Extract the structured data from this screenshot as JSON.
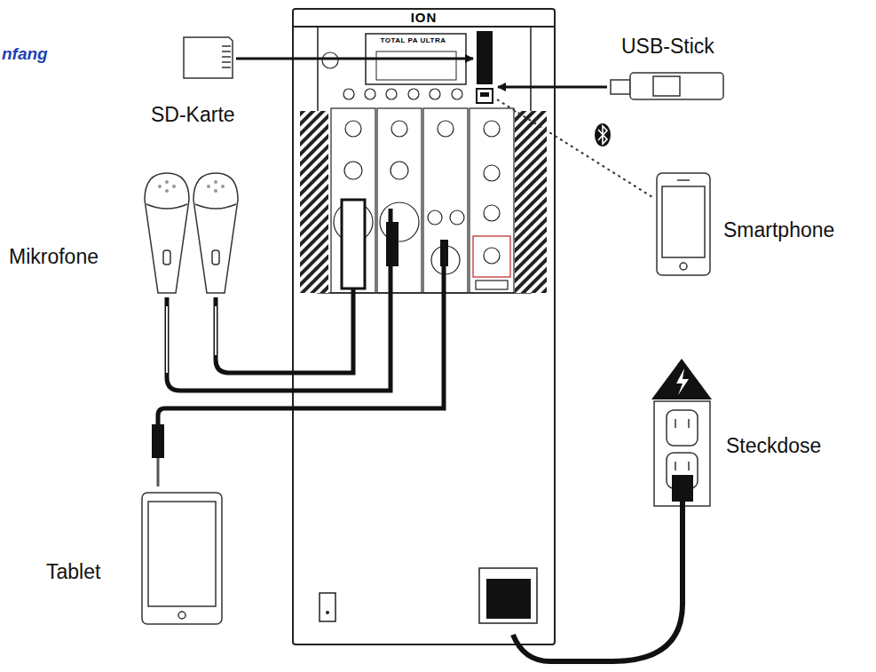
{
  "diagram": {
    "title": "nfang",
    "nodes": [
      {
        "text": [
          "ION"
        ]
      },
      {
        "text": [
          "TOTAL PA ULTRA"
        ],
        "in": 0
      }
    ],
    "labels": [
      "SD-Karte",
      "USB-Stick",
      "Mikrofone",
      "Smartphone",
      "Tablet",
      "Steckdose"
    ]
  }
}
